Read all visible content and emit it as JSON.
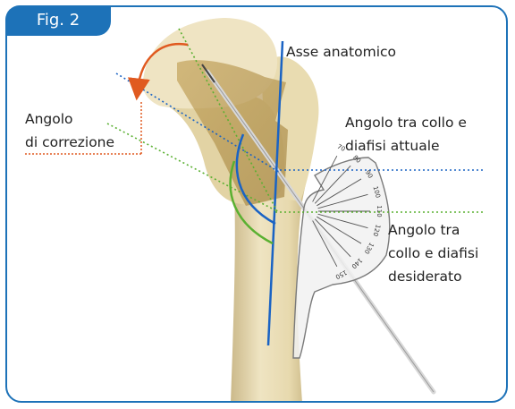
{
  "figure": {
    "tab_label": "Fig. 2",
    "colors": {
      "frame": "#1d72b8",
      "bone": "#e9dcb1",
      "neck_shadow": "#b8964a",
      "anatomic_axis": "#1a63c4",
      "current_angle": "#1a63c4",
      "desired_angle": "#5ab031",
      "correction": "#e05a20"
    },
    "labels": {
      "anatomic_axis": "Asse anatomico",
      "correction_line1": "Angolo",
      "correction_line2": "di correzione",
      "current_line1": "Angolo tra collo e",
      "current_line2": "diafisi attuale",
      "desired_line1": "Angolo tra",
      "desired_line2": "collo e diafisi",
      "desired_line3": "desiderato"
    },
    "protractor_scale": [
      "70",
      "80",
      "90",
      "100",
      "110",
      "120",
      "130",
      "140",
      "150"
    ]
  }
}
